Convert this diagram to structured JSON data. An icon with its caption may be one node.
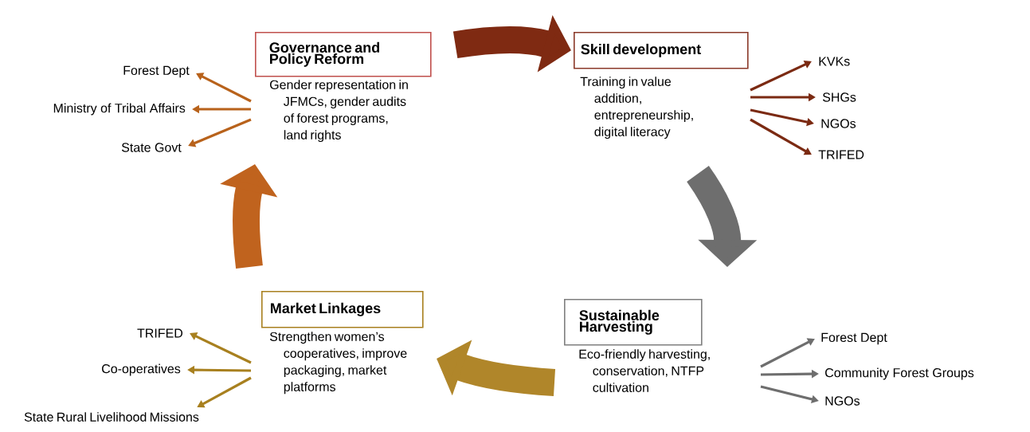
{
  "diagram": {
    "nodes": [
      {
        "text": [
          "Governance and Policy Reform",
          "Gender representation in JFMCs, gender audits of forest programs, land rights"
        ]
      },
      {
        "text": [
          "Forest Dept"
        ]
      },
      {
        "text": [
          "Ministry of Tribal Affairs"
        ]
      },
      {
        "text": [
          "State Govt"
        ]
      },
      {
        "text": [
          "Skill development",
          "Training in value addition, entrepreneurship, digital literacy"
        ]
      },
      {
        "text": [
          "KVKs"
        ]
      },
      {
        "text": [
          "SHGs"
        ]
      },
      {
        "text": [
          "NGOs"
        ]
      },
      {
        "text": [
          "TRIFED"
        ]
      },
      {
        "text": [
          "Sustainable Harvesting",
          "Eco-friendly harvesting, conservation, NTFP cultivation"
        ]
      },
      {
        "text": [
          "Forest Dept"
        ]
      },
      {
        "text": [
          "Community Forest Groups"
        ]
      },
      {
        "text": [
          "NGOs"
        ]
      },
      {
        "text": [
          "Market Linkages",
          "Strengthen women’s cooperatives, improve packaging, market platforms"
        ]
      },
      {
        "text": [
          "TRIFED"
        ]
      },
      {
        "text": [
          "Co-operatives"
        ]
      },
      {
        "text": [
          "State Rural Livelihood Missions"
        ]
      }
    ],
    "edges": [
      {
        "from": 0,
        "to": 1,
        "arrow": "to",
        "color": "#b8621b"
      },
      {
        "from": 0,
        "to": 2,
        "arrow": "to",
        "color": "#b8621b"
      },
      {
        "from": 0,
        "to": 3,
        "arrow": "to",
        "color": "#b8621b"
      },
      {
        "from": 4,
        "to": 5,
        "arrow": "to",
        "color": "#7b2a12"
      },
      {
        "from": 4,
        "to": 6,
        "arrow": "to",
        "color": "#7b2a12"
      },
      {
        "from": 4,
        "to": 7,
        "arrow": "to",
        "color": "#7b2a12"
      },
      {
        "from": 4,
        "to": 8,
        "arrow": "to",
        "color": "#7b2a12"
      },
      {
        "from": 9,
        "to": 10,
        "arrow": "to",
        "color": "#6e6e6e"
      },
      {
        "from": 9,
        "to": 11,
        "arrow": "to",
        "color": "#6e6e6e"
      },
      {
        "from": 9,
        "to": 12,
        "arrow": "to",
        "color": "#6e6e6e"
      },
      {
        "from": 13,
        "to": 14,
        "arrow": "to",
        "color": "#a8801f"
      },
      {
        "from": 13,
        "to": 15,
        "arrow": "to",
        "color": "#a8801f"
      },
      {
        "from": 13,
        "to": 16,
        "arrow": "to",
        "color": "#a8801f"
      },
      {
        "from": 0,
        "to": 4,
        "arrow": "to",
        "style": "thick",
        "color": "#7f2a12"
      },
      {
        "from": 4,
        "to": 9,
        "arrow": "to",
        "style": "thick",
        "color": "#6e6e6e"
      },
      {
        "from": 9,
        "to": 13,
        "arrow": "to",
        "style": "thick",
        "color": "#b0862a"
      },
      {
        "from": 13,
        "to": 0,
        "arrow": "to",
        "style": "thick",
        "color": "#c0631e"
      }
    ]
  }
}
